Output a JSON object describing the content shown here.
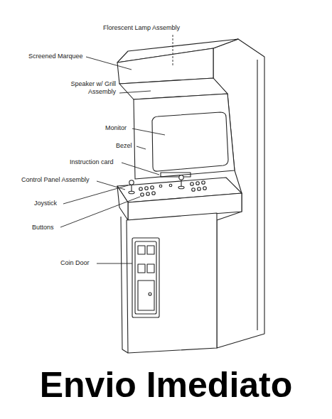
{
  "diagram": {
    "caption": "Envio Imediato",
    "labels": [
      "Florescent Lamp Assembly",
      "Screened Marquee",
      "Speaker w/ Grill Assembly",
      "Monitor",
      "Bezel",
      "Instruction card",
      "Control Panel Assembly",
      "Joystick",
      "Buttons",
      "Coin Door"
    ]
  }
}
